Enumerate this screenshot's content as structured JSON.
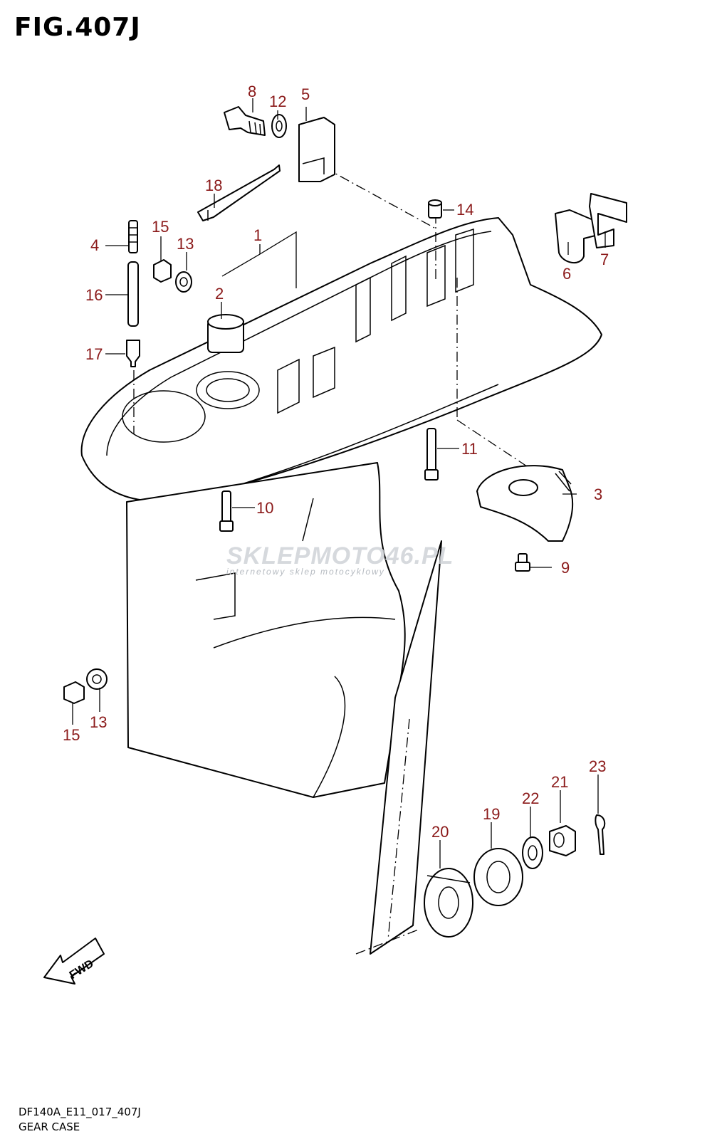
{
  "figure": {
    "title": "FIG.407J",
    "code": "DF140A_E11_017_407J",
    "caption": "GEAR CASE",
    "fwd_label": "FWD"
  },
  "watermark": {
    "brand": "SKLEPMOTO46.PL",
    "tagline": "internetowy sklep motocyklowy"
  },
  "colors": {
    "callout": "#8b1a1a",
    "line": "#000000",
    "watermark": "#cfd3d8"
  },
  "callouts": [
    {
      "id": "c1",
      "label": "1"
    },
    {
      "id": "c2",
      "label": "2"
    },
    {
      "id": "c3",
      "label": "3"
    },
    {
      "id": "c4",
      "label": "4"
    },
    {
      "id": "c5",
      "label": "5"
    },
    {
      "id": "c6",
      "label": "6"
    },
    {
      "id": "c7",
      "label": "7"
    },
    {
      "id": "c8",
      "label": "8"
    },
    {
      "id": "c9",
      "label": "9"
    },
    {
      "id": "c10",
      "label": "10"
    },
    {
      "id": "c11",
      "label": "11"
    },
    {
      "id": "c12",
      "label": "12"
    },
    {
      "id": "c13a",
      "label": "13"
    },
    {
      "id": "c13b",
      "label": "13"
    },
    {
      "id": "c14",
      "label": "14"
    },
    {
      "id": "c15a",
      "label": "15"
    },
    {
      "id": "c15b",
      "label": "15"
    },
    {
      "id": "c16",
      "label": "16"
    },
    {
      "id": "c17",
      "label": "17"
    },
    {
      "id": "c18",
      "label": "18"
    },
    {
      "id": "c19",
      "label": "19"
    },
    {
      "id": "c20",
      "label": "20"
    },
    {
      "id": "c21",
      "label": "21"
    },
    {
      "id": "c22",
      "label": "22"
    },
    {
      "id": "c23",
      "label": "23"
    }
  ]
}
